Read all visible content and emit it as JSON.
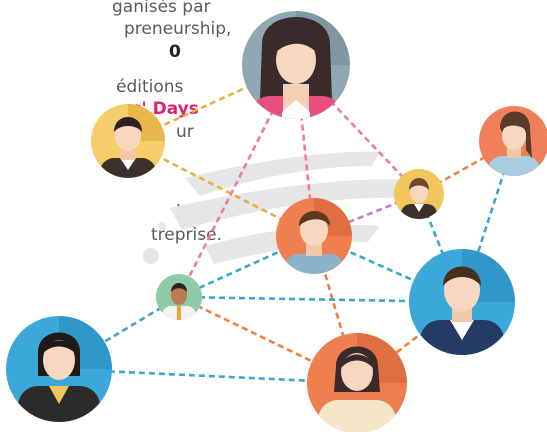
{
  "text_lines": [
    "ganisés par",
    "preneurship,",
    "0",
    "éditions",
    "rs' Days",
    "ur",
    "la",
    "treprise."
  ],
  "colors": {
    "text": "#5b5b5b",
    "highlight": "#e2216a",
    "line_orange": "#f07f3c",
    "line_pink": "#f07aa0",
    "line_gold": "#e3b23c",
    "line_blue": "#3aa8c8",
    "line_purple": "#c77ad0",
    "swoosh": "#e6e6e6"
  },
  "people": [
    {
      "name": "woman-long-hair",
      "icon": "avatar-woman-icon"
    },
    {
      "name": "man-beige-suit",
      "icon": "avatar-man-icon"
    },
    {
      "name": "woman-ponytail",
      "icon": "avatar-woman-icon"
    },
    {
      "name": "woman-small",
      "icon": "avatar-woman-icon"
    },
    {
      "name": "man-center",
      "icon": "avatar-man-icon"
    },
    {
      "name": "man-small",
      "icon": "avatar-man-icon"
    },
    {
      "name": "man-blue",
      "icon": "avatar-man-icon"
    },
    {
      "name": "woman-bob",
      "icon": "avatar-woman-icon"
    },
    {
      "name": "woman-orange",
      "icon": "avatar-woman-icon"
    }
  ]
}
